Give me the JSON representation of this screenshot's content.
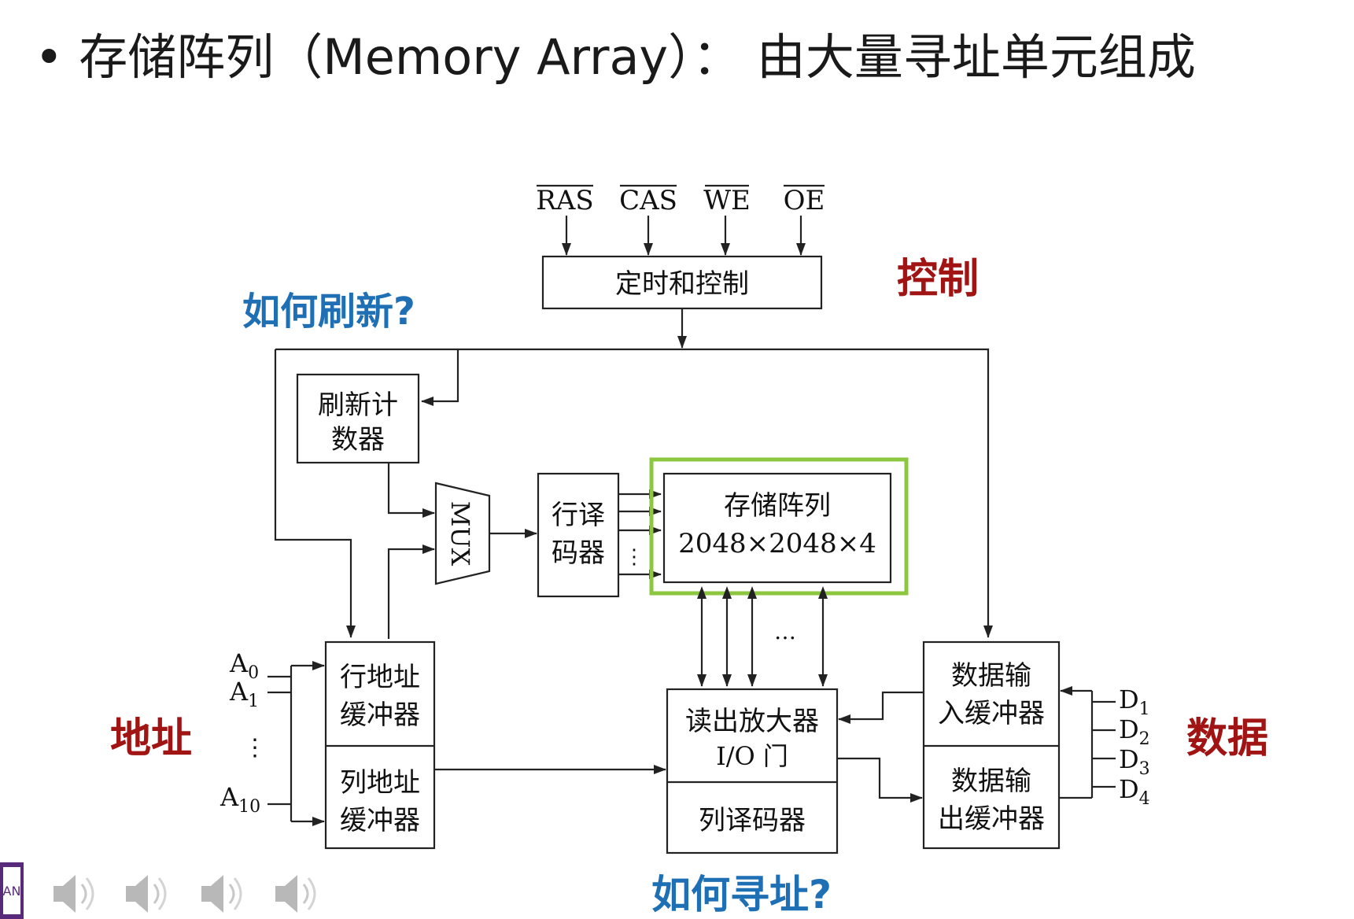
{
  "title": "• 存储阵列（Memory Array）： 由大量寻址单元组成",
  "signals": {
    "ras": "RAS",
    "cas": "CAS",
    "we": "WE",
    "oe": "OE"
  },
  "blocks": {
    "timing_control": "定时和控制",
    "refresh_counter_line1": "刷新计",
    "refresh_counter_line2": "数器",
    "mux": "MUX",
    "row_decoder_line1": "行译",
    "row_decoder_line2": "码器",
    "memory_array_line1": "存储阵列",
    "memory_array_line2": "2048×2048×4",
    "row_addr_buffer_line1": "行地址",
    "row_addr_buffer_line2": "缓冲器",
    "col_addr_buffer_line1": "列地址",
    "col_addr_buffer_line2": "缓冲器",
    "sense_amp_line1": "读出放大器",
    "sense_amp_line2": "I/O 门",
    "col_decoder": "列译码器",
    "data_in_buffer_line1": "数据输",
    "data_in_buffer_line2": "入缓冲器",
    "data_out_buffer_line1": "数据输",
    "data_out_buffer_line2": "出缓冲器"
  },
  "address_pins": {
    "a0": "A",
    "a0_sub": "0",
    "a1": "A",
    "a1_sub": "1",
    "dots": "⋮",
    "a10": "A",
    "a10_sub": "10"
  },
  "data_pins": {
    "d1": "D",
    "d1_sub": "1",
    "d2": "D",
    "d2_sub": "2",
    "d3": "D",
    "d3_sub": "3",
    "d4": "D",
    "d4_sub": "4"
  },
  "annotations": {
    "control": "控制",
    "refresh_question": "如何刷新?",
    "address": "地址",
    "data": "数据",
    "addressing_question": "如何寻址?"
  },
  "ellipsis": "…",
  "colors": {
    "annotation_red": "#a01414",
    "annotation_blue": "#1f6fb5",
    "highlight_green": "#8dc63f",
    "line": "#222222"
  }
}
